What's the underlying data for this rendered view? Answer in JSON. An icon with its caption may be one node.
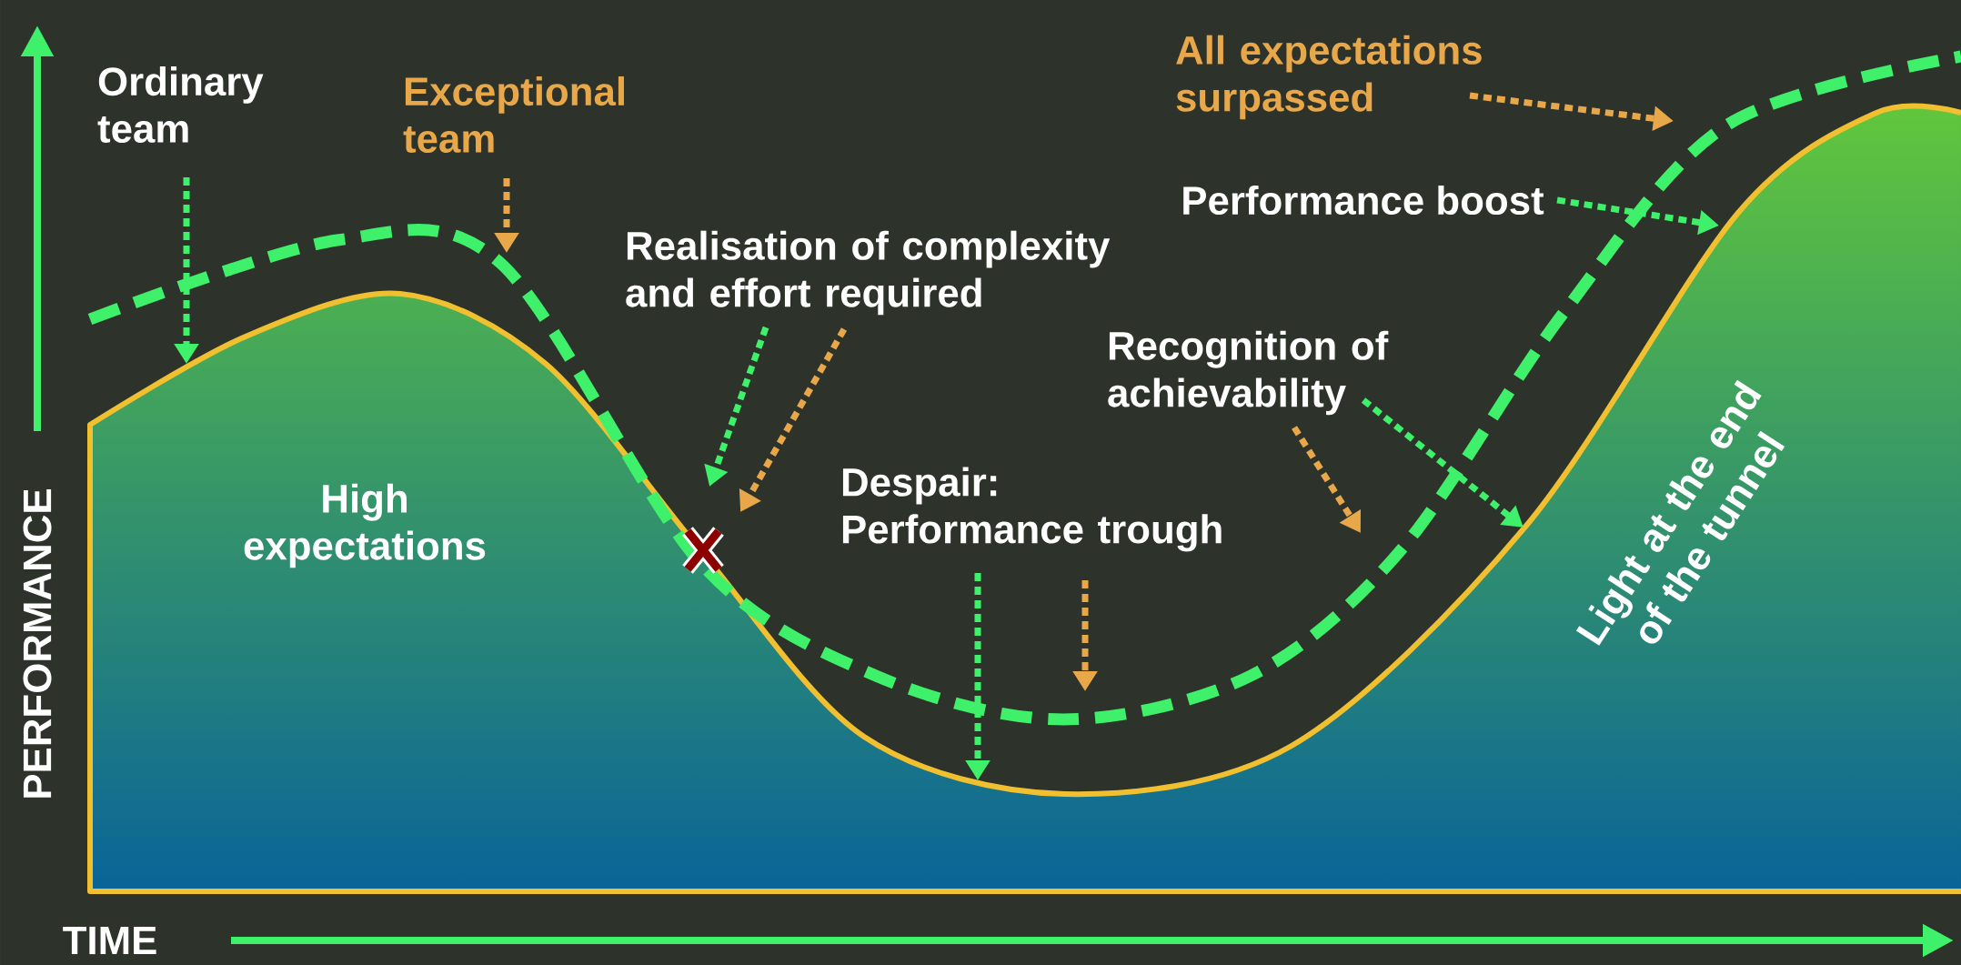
{
  "diagram": {
    "nodes": [
      {
        "text": [
          "Ordinary team"
        ]
      },
      {
        "text": [
          "Exceptional team"
        ]
      },
      {
        "text": [
          "Realisation of complexity and effort required"
        ]
      },
      {
        "text": [
          "Despair: Performance trough"
        ]
      },
      {
        "text": [
          "Recognition of achievability"
        ]
      },
      {
        "text": [
          "All expectations surpassed"
        ]
      },
      {
        "text": [
          "Performance boost"
        ]
      }
    ],
    "edges": [
      {
        "from": 0,
        "to": null,
        "arrow": "to",
        "style": "dashed",
        "color": "#3ef06a"
      },
      {
        "from": 1,
        "to": null,
        "arrow": "to",
        "style": "dashed",
        "color": "#e8a84a"
      },
      {
        "from": 2,
        "to": null,
        "arrow": "to",
        "style": "dashed",
        "color": "#3ef06a"
      },
      {
        "from": 2,
        "to": null,
        "arrow": "to",
        "style": "dashed",
        "color": "#e8a84a"
      },
      {
        "from": 3,
        "to": null,
        "arrow": "to",
        "style": "dashed",
        "color": "#3ef06a"
      },
      {
        "from": 3,
        "to": null,
        "arrow": "to",
        "style": "dashed",
        "color": "#e8a84a"
      },
      {
        "from": 4,
        "to": null,
        "arrow": "to",
        "style": "dashed",
        "color": "#3ef06a"
      },
      {
        "from": 4,
        "to": null,
        "arrow": "to",
        "style": "dashed",
        "color": "#e8a84a"
      },
      {
        "from": 5,
        "to": null,
        "arrow": "to",
        "style": "dashed",
        "color": "#e8a84a"
      },
      {
        "from": 6,
        "to": null,
        "arrow": "to",
        "style": "dashed",
        "color": "#3ef06a"
      }
    ],
    "labels": [
      "High expectations",
      "Light at the end of the tunnel",
      "PERFORMANCE",
      "TIME"
    ]
  }
}
